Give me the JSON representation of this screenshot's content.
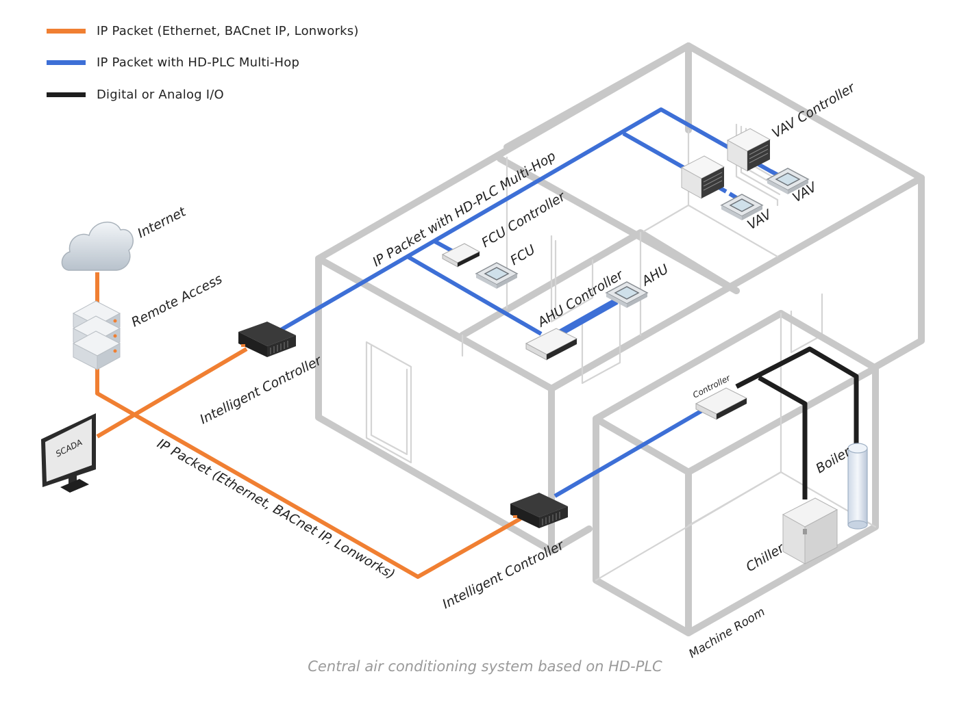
{
  "legend": [
    {
      "label": "IP Packet (Ethernet, BACnet IP, Lonworks)",
      "color": "#F07F32"
    },
    {
      "label": "IP Packet with HD-PLC Multi-Hop",
      "color": "#3D6FD6"
    },
    {
      "label": "Digital or Analog I/O",
      "color": "#1E1E1E"
    }
  ],
  "colors": {
    "ethernet": "#F07F32",
    "hdplc": "#3D6FD6",
    "io": "#1E1E1E",
    "building": "#C8C8C8",
    "thin": "#D4D4D4"
  },
  "labels": {
    "internet": "Internet",
    "remote_access": "Remote Access",
    "scada": "SCADA",
    "intelligent_controller_1": "Intelligent Controller",
    "intelligent_controller_2": "Intelligent Controller",
    "ip_packet_path": "IP Packet (Ethernet, BACnet IP, Lonworks)",
    "hdplc_path": "IP Packet with HD-PLC Multi-Hop",
    "fcu_controller": "FCU Controller",
    "fcu": "FCU",
    "ahu_controller": "AHU Controller",
    "ahu": "AHU",
    "vav_controller": "VAV Controller",
    "vav_1": "VAV",
    "vav_2": "VAV",
    "controller": "Controller",
    "boiler": "Boiler",
    "chiller": "Chiller",
    "machine_room": "Machine Room"
  },
  "caption": "Central air conditioning system based on HD-PLC"
}
